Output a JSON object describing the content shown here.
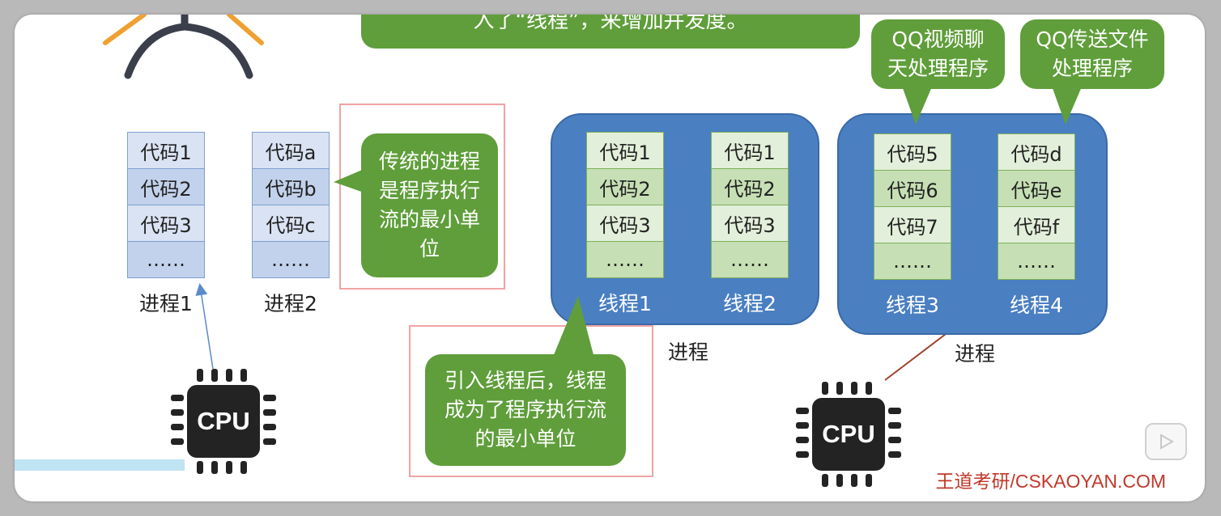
{
  "top_banner": {
    "text": "入了“线程”，来增加并发度。"
  },
  "left_processes": [
    {
      "label": "进程1",
      "cells": [
        "代码1",
        "代码2",
        "代码3",
        "……"
      ]
    },
    {
      "label": "进程2",
      "cells": [
        "代码a",
        "代码b",
        "代码c",
        "……"
      ]
    }
  ],
  "bubble_traditional": {
    "text": "传统的进程是程序执行流的最小单位"
  },
  "bubble_thread": {
    "text": "引入线程后，线程成为了程序执行流的最小单位"
  },
  "process_a": {
    "label": "进程",
    "threads": [
      {
        "label": "线程1",
        "cells": [
          "代码1",
          "代码2",
          "代码3",
          "……"
        ]
      },
      {
        "label": "线程2",
        "cells": [
          "代码1",
          "代码2",
          "代码3",
          "……"
        ]
      }
    ]
  },
  "process_b": {
    "label": "进程",
    "threads": [
      {
        "label": "线程3",
        "cells": [
          "代码5",
          "代码6",
          "代码7",
          "……"
        ]
      },
      {
        "label": "线程4",
        "cells": [
          "代码d",
          "代码e",
          "代码f",
          "……"
        ]
      }
    ]
  },
  "callout_qq_video": {
    "text": "QQ视频聊天处理程序"
  },
  "callout_qq_file": {
    "text": "QQ传送文件处理程序"
  },
  "cpu_label": "CPU",
  "watermark": "王道考研/CSKAOYAN.COM",
  "colors": {
    "green": "#5f9e3a",
    "blue": "#4a7fc2",
    "pink": "#f0a3a3"
  }
}
